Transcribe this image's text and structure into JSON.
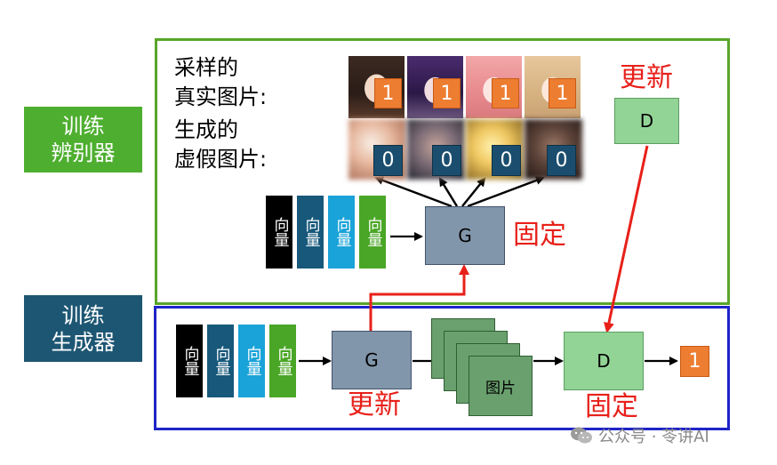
{
  "labels": {
    "train_discriminator": "训练\n辨别器",
    "train_generator": "训练\n生成器"
  },
  "top": {
    "real_caption": "采样的\n真实图片:",
    "fake_caption": "生成的\n虚假图片:",
    "real_labels": [
      "1",
      "1",
      "1",
      "1"
    ],
    "fake_labels": [
      "0",
      "0",
      "0",
      "0"
    ],
    "vectors": [
      "向量",
      "向量",
      "向量",
      "向量"
    ],
    "g_box": "G",
    "g_status": "固定",
    "d_box": "D",
    "d_status": "更新"
  },
  "bottom": {
    "vectors": [
      "向量",
      "向量",
      "向量",
      "向量"
    ],
    "g_box": "G",
    "g_status": "更新",
    "image_card": "图片",
    "d_box": "D",
    "d_status": "固定",
    "output": "1"
  },
  "watermark": "公众号 · 苓讲AI",
  "colors": {
    "discriminator_frame": "#58a52a",
    "generator_frame": "#1f24c8",
    "update_red": "#e8201a",
    "vector_fills": [
      "#000000",
      "#17587b",
      "#1aa3d8",
      "#4aa626"
    ]
  },
  "icons": [
    "wechat-icon"
  ]
}
